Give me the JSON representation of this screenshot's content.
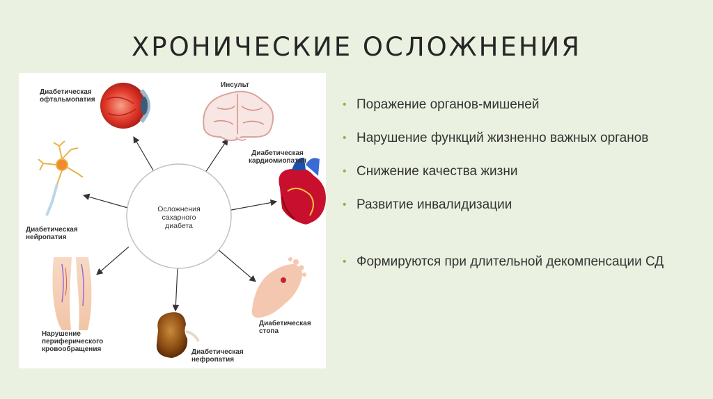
{
  "title": "ХРОНИЧЕСКИЕ ОСЛОЖНЕНИЯ",
  "diagram": {
    "center": [
      "Осложнения",
      "сахарного",
      "диабета"
    ],
    "ophthalmopathy": [
      "Диабетическая",
      "офтальмопатия"
    ],
    "stroke": "Инсульт",
    "cardiomyopathy": [
      "Диабетическая",
      "кардиомиопатия"
    ],
    "neuropathy": [
      "Диабетическая",
      "нейропатия"
    ],
    "foot": [
      "Диабетическая",
      "стопа"
    ],
    "nephropathy": [
      "Диабетическая",
      "нефропатия"
    ],
    "circulation": [
      "Нарушение",
      "периферического",
      "кровообращения"
    ]
  },
  "bullets": [
    "Поражение органов-мишеней",
    "Нарушение функций жизненно важных органов",
    "Снижение качества жизни",
    "Развитие инвалидизации",
    "Формируются при длительной декомпенсации СД"
  ],
  "colors": {
    "background": "#ebf1e0",
    "bullet": "#8cb654"
  },
  "icons": [
    "eye-icon",
    "brain-icon",
    "heart-icon",
    "neuron-icon",
    "foot-icon",
    "kidney-icon",
    "legs-icon"
  ]
}
